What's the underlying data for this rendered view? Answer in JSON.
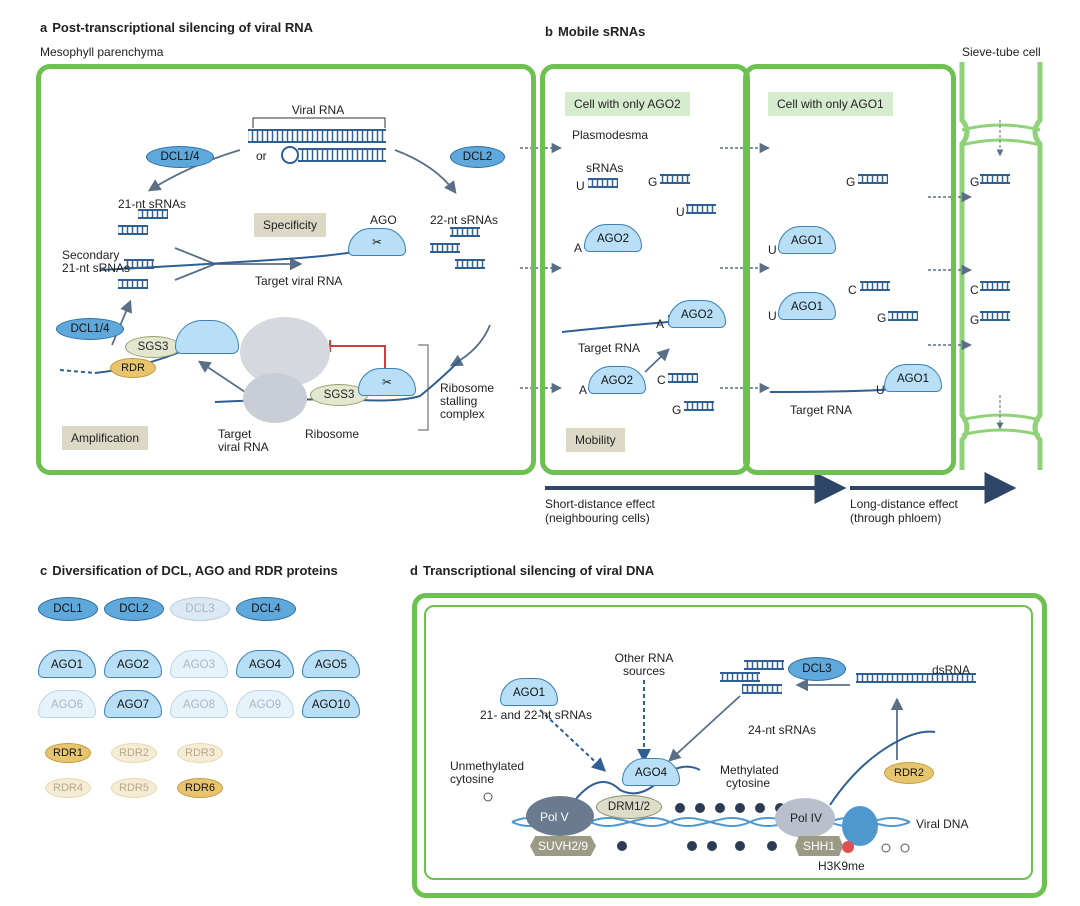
{
  "panel_a": {
    "letter": "a",
    "title": "Post-transcriptional silencing of viral RNA",
    "mesophyll_label": "Mesophyll parenchyma",
    "viral_rna": "Viral RNA",
    "or": "or",
    "dcl14_top": "DCL1/4",
    "dcl2": "DCL2",
    "nt21": "21-nt sRNAs",
    "nt22": "22-nt sRNAs",
    "secondary_line1": "Secondary",
    "secondary_line2": "21-nt sRNAs",
    "specificity": "Specificity",
    "ago": "AGO",
    "target_viral_rna": "Target viral RNA",
    "dcl14_bottom": "DCL1/4",
    "sgs3": "SGS3",
    "rdr": "RDR",
    "sgs3_complex": "SGS3",
    "ribosome": "Ribosome",
    "stalling_line1": "Ribosome",
    "stalling_line2": "stalling",
    "stalling_line3": "complex",
    "target_line1": "Target",
    "target_line2": "viral RNA",
    "amplification": "Amplification"
  },
  "panel_b": {
    "letter": "b",
    "title": "Mobile sRNAs",
    "sieve_label": "Sieve-tube cell",
    "plasmodesma": "Plasmodesma",
    "cell_ago2": "Cell with only AGO2",
    "cell_ago1": "Cell with only AGO1",
    "srnas": "sRNAs",
    "nuc_u": "U",
    "nuc_g": "G",
    "nuc_a": "A",
    "nuc_c": "C",
    "ago2": "AGO2",
    "ago1": "AGO1",
    "target_rna": "Target RNA",
    "mobility": "Mobility",
    "short_line1": "Short-distance effect",
    "short_line2": "(neighbouring cells)",
    "long_line1": "Long-distance effect",
    "long_line2": "(through phloem)"
  },
  "panel_c": {
    "letter": "c",
    "title": "Diversification of DCL, AGO and RDR proteins",
    "dcl": [
      {
        "label": "DCL1",
        "faded": false
      },
      {
        "label": "DCL2",
        "faded": false
      },
      {
        "label": "DCL3",
        "faded": true
      },
      {
        "label": "DCL4",
        "faded": false
      }
    ],
    "ago_row1": [
      {
        "label": "AGO1",
        "faded": false
      },
      {
        "label": "AGO2",
        "faded": false
      },
      {
        "label": "AGO3",
        "faded": true
      },
      {
        "label": "AGO4",
        "faded": false
      },
      {
        "label": "AGO5",
        "faded": false
      }
    ],
    "ago_row2": [
      {
        "label": "AGO6",
        "faded": true
      },
      {
        "label": "AGO7",
        "faded": false
      },
      {
        "label": "AGO8",
        "faded": true
      },
      {
        "label": "AGO9",
        "faded": true
      },
      {
        "label": "AGO10",
        "faded": false
      }
    ],
    "rdr_row1": [
      {
        "label": "RDR1",
        "faded": false
      },
      {
        "label": "RDR2",
        "faded": true
      },
      {
        "label": "RDR3",
        "faded": true
      }
    ],
    "rdr_row2": [
      {
        "label": "RDR4",
        "faded": true
      },
      {
        "label": "RDR5",
        "faded": true
      },
      {
        "label": "RDR6",
        "faded": false
      }
    ]
  },
  "panel_d": {
    "letter": "d",
    "title": "Transcriptional silencing of viral DNA",
    "other_line1": "Other RNA",
    "other_line2": "sources",
    "ago1": "AGO1",
    "nt2122": "21- and 22-nt sRNAs",
    "dcl3": "DCL3",
    "dsrna": "dsRNA",
    "nt24": "24-nt sRNAs",
    "ago4": "AGO4",
    "unmeth_line1": "Unmethylated",
    "unmeth_line2": "cytosine",
    "meth_line1": "Methylated",
    "meth_line2": "cytosine",
    "polv": "Pol V",
    "drm": "DRM1/2",
    "poliv": "Pol IV",
    "rdr2": "RDR2",
    "suvh": "SUVH2/9",
    "shh1": "SHH1",
    "h3k9me": "H3K9me",
    "viral_dna": "Viral DNA"
  },
  "colors": {
    "cell_green": "#6cc150",
    "rna_blue": "#2f5f93",
    "dcl_blue": "#5fa8dc",
    "ago_blue": "#b9dff6",
    "rdr_gold": "#e6c56e",
    "arrow_grey": "#5a6f86"
  }
}
